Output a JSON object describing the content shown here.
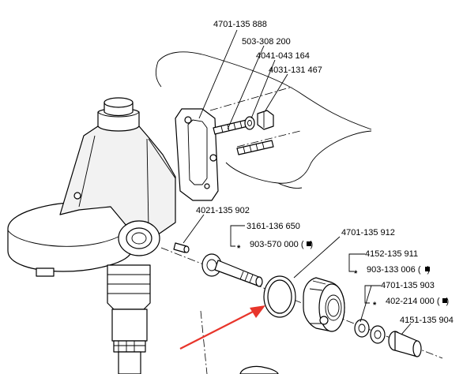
{
  "labels": {
    "p1": "4701-135 888",
    "p2": "503-308 200",
    "p3": "4041-043 164",
    "p4": "4031-131 467",
    "p5": "4021-135 902",
    "p6": "3161-136 650",
    "p7": "903-570 000 (",
    "p8": "4701-135 912",
    "p9": "4152-135 911",
    "p10": "903-133 006 (",
    "p11": "4701-135 903",
    "p12": "402-214 000 (",
    "p13": "4151-135 904"
  },
  "suffix": ")",
  "marker_symbol": "*",
  "colors": {
    "arrow": "#e8352b",
    "line": "#000000"
  }
}
